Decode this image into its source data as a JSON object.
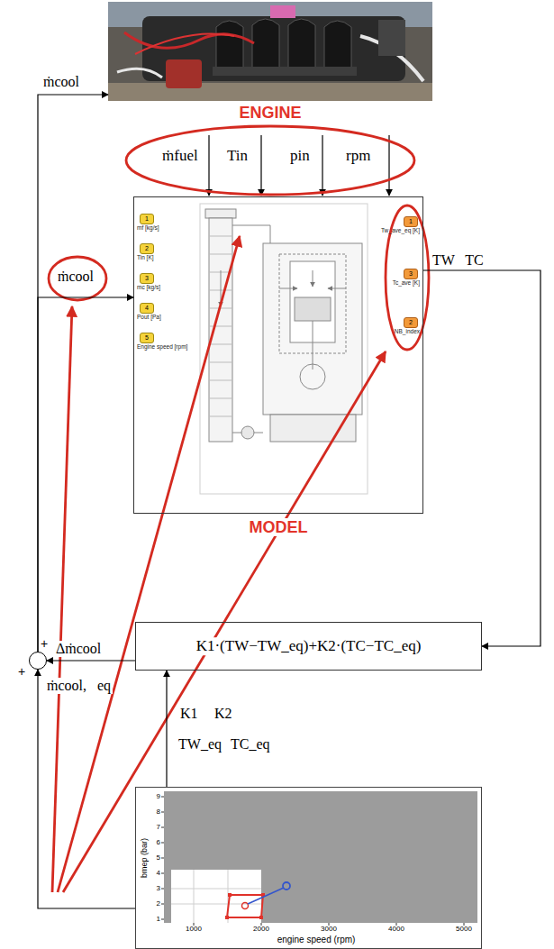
{
  "diagram": {
    "nodes": [
      {
        "text": [
          "ENGINE"
        ]
      },
      {
        "text": [
          "MODEL"
        ]
      },
      {
        "text": [
          "+",
          "+"
        ]
      },
      {
        "text": [
          "K1·(TW−TW_eq)+K2·(TC−TC_eq)"
        ]
      },
      {
        "text": [
          "bmep (bar)",
          "engine speed (rpm)"
        ]
      }
    ],
    "edges": [
      {
        "from": 2,
        "to": 0,
        "arrow": "to",
        "label": "ṁcool"
      },
      {
        "from": 2,
        "to": 1,
        "arrow": "to",
        "label": "ṁcool"
      },
      {
        "from": 1,
        "to": 3,
        "arrow": "to",
        "label": "TW TC"
      },
      {
        "from": 3,
        "to": 2,
        "arrow": "to",
        "label": "Δṁcool"
      },
      {
        "from": 4,
        "to": 2,
        "arrow": "to",
        "label": "ṁcool, eq"
      },
      {
        "from": 4,
        "to": 3,
        "arrow": "to"
      }
    ],
    "labels": [
      "ṁfuel",
      "Tin",
      "pin",
      "rpm",
      "1",
      "mf [kg/s]",
      "2",
      "Tin [K]",
      "3",
      "mc [kg/s]",
      "4",
      "Pout [Pa]",
      "5",
      "Engine speed [rpm]",
      "1",
      "Tw_ave_eq [K]",
      "3",
      "Tc_ave [K]",
      "2",
      "NB_index",
      "K1",
      "K2",
      "TW_eq",
      "TC_eq",
      "9",
      "8",
      "7",
      "6",
      "5",
      "4",
      "3",
      "2",
      "1",
      "1000",
      "2000",
      "3000",
      "4000",
      "5000"
    ]
  }
}
